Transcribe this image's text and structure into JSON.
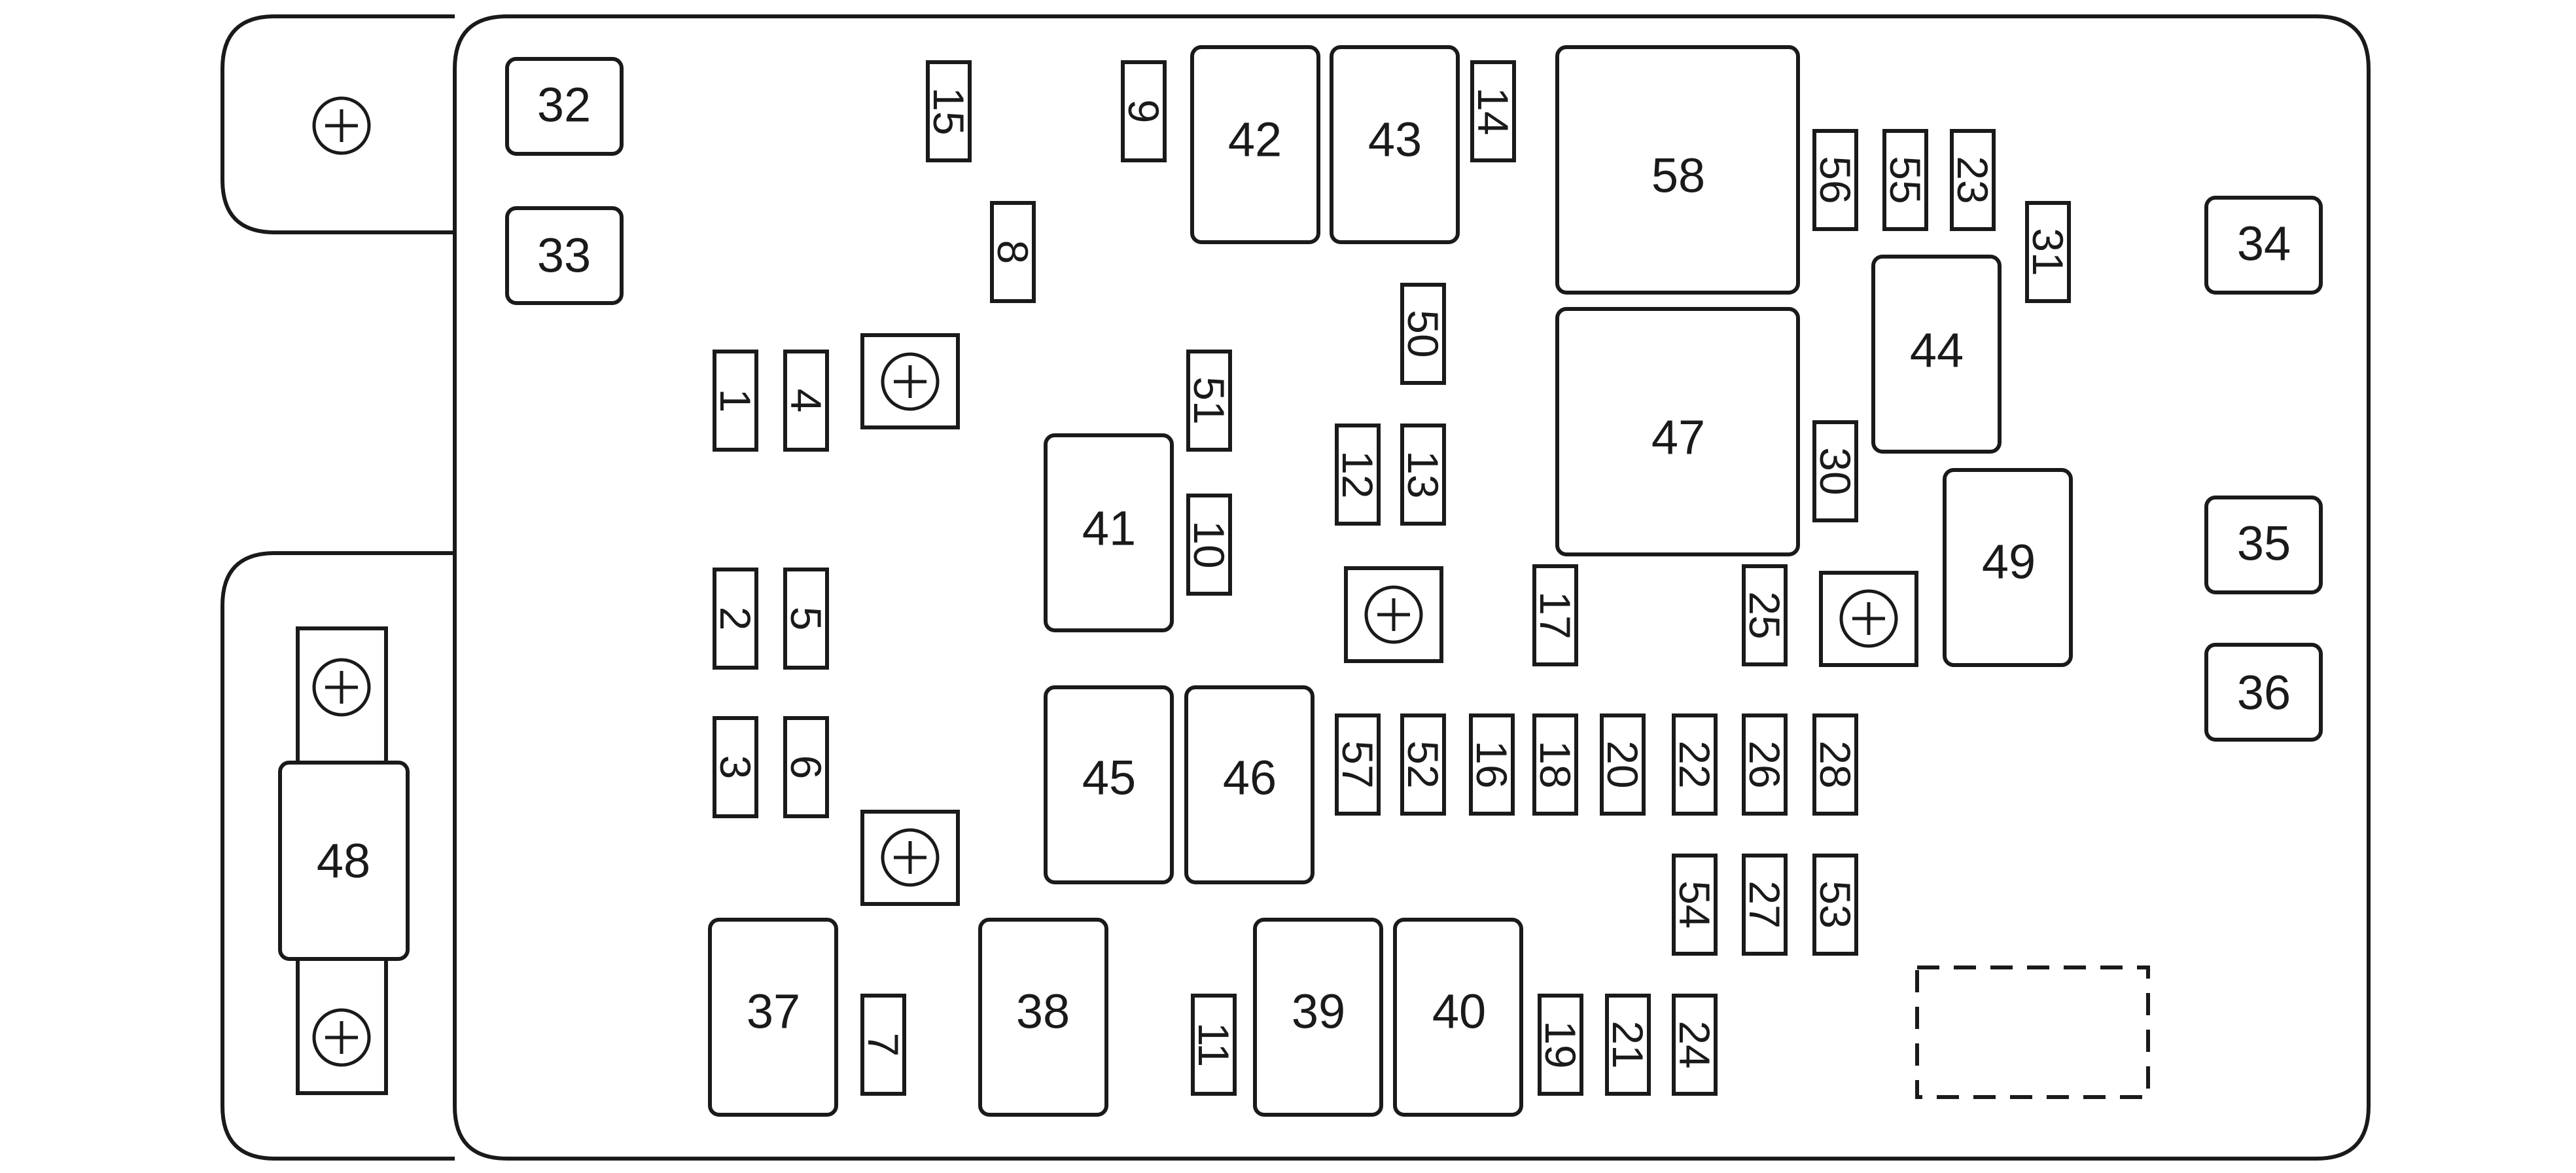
{
  "fuse_block": {
    "relays": [
      "32",
      "33",
      "34",
      "35",
      "36",
      "37",
      "38",
      "39",
      "40",
      "41",
      "42",
      "43",
      "44",
      "45",
      "46",
      "47",
      "48",
      "49",
      "58"
    ],
    "fuses": [
      "1",
      "2",
      "3",
      "4",
      "5",
      "6",
      "7",
      "8",
      "9",
      "10",
      "11",
      "12",
      "13",
      "14",
      "15",
      "16",
      "17",
      "18",
      "19",
      "20",
      "21",
      "22",
      "23",
      "24",
      "25",
      "26",
      "27",
      "28",
      "30",
      "31",
      "50",
      "51",
      "52",
      "53",
      "54",
      "55",
      "56",
      "57"
    ],
    "stud_symbol": "+"
  }
}
